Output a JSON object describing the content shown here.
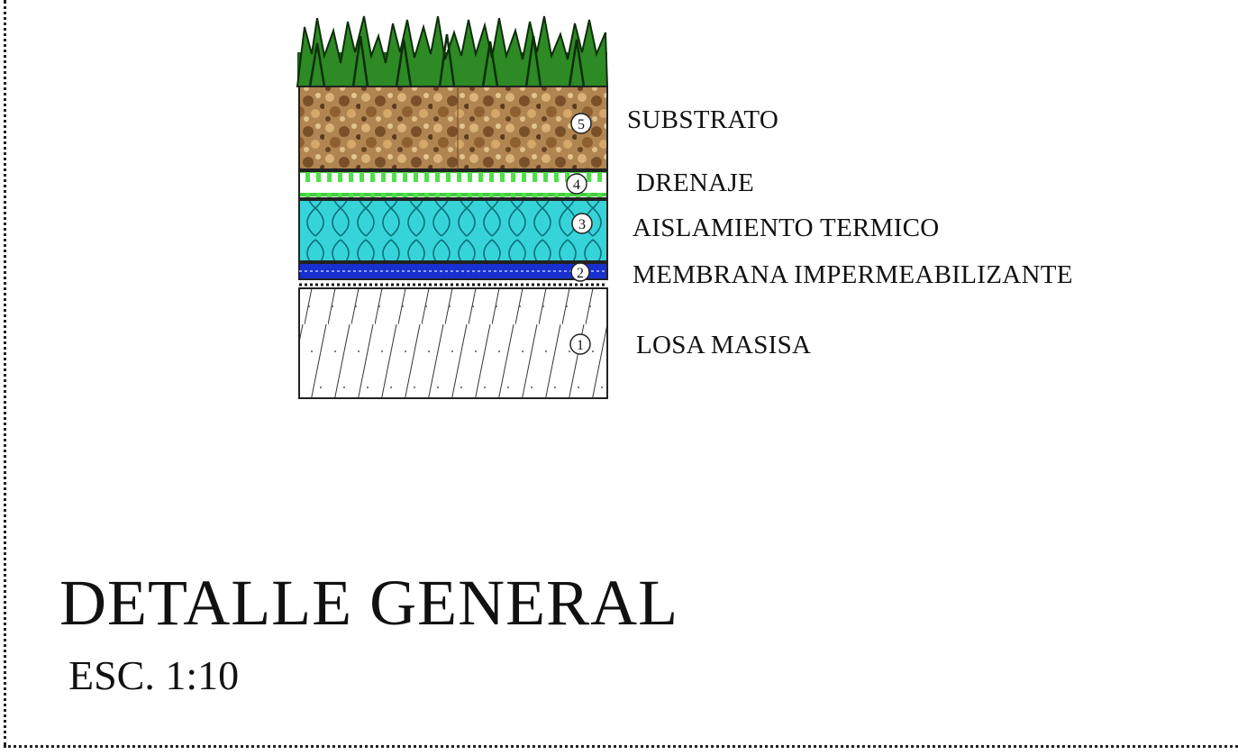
{
  "layers": [
    {
      "number": "5",
      "label": "SUBSTRATO"
    },
    {
      "number": "4",
      "label": "DRENAJE"
    },
    {
      "number": "3",
      "label": "AISLAMIENTO TERMICO"
    },
    {
      "number": "2",
      "label": "MEMBRANA IMPERMEABILIZANTE"
    },
    {
      "number": "1",
      "label": "LOSA MASISA"
    }
  ],
  "title": "DETALLE GENERAL",
  "scale": "ESC. 1:10",
  "colors": {
    "vegetation": "#1f6a1a",
    "substrate": "#a87b45",
    "drainage": "#4fe04a",
    "insulation": "#2fd8d8",
    "membrane": "#1a2fd0"
  }
}
